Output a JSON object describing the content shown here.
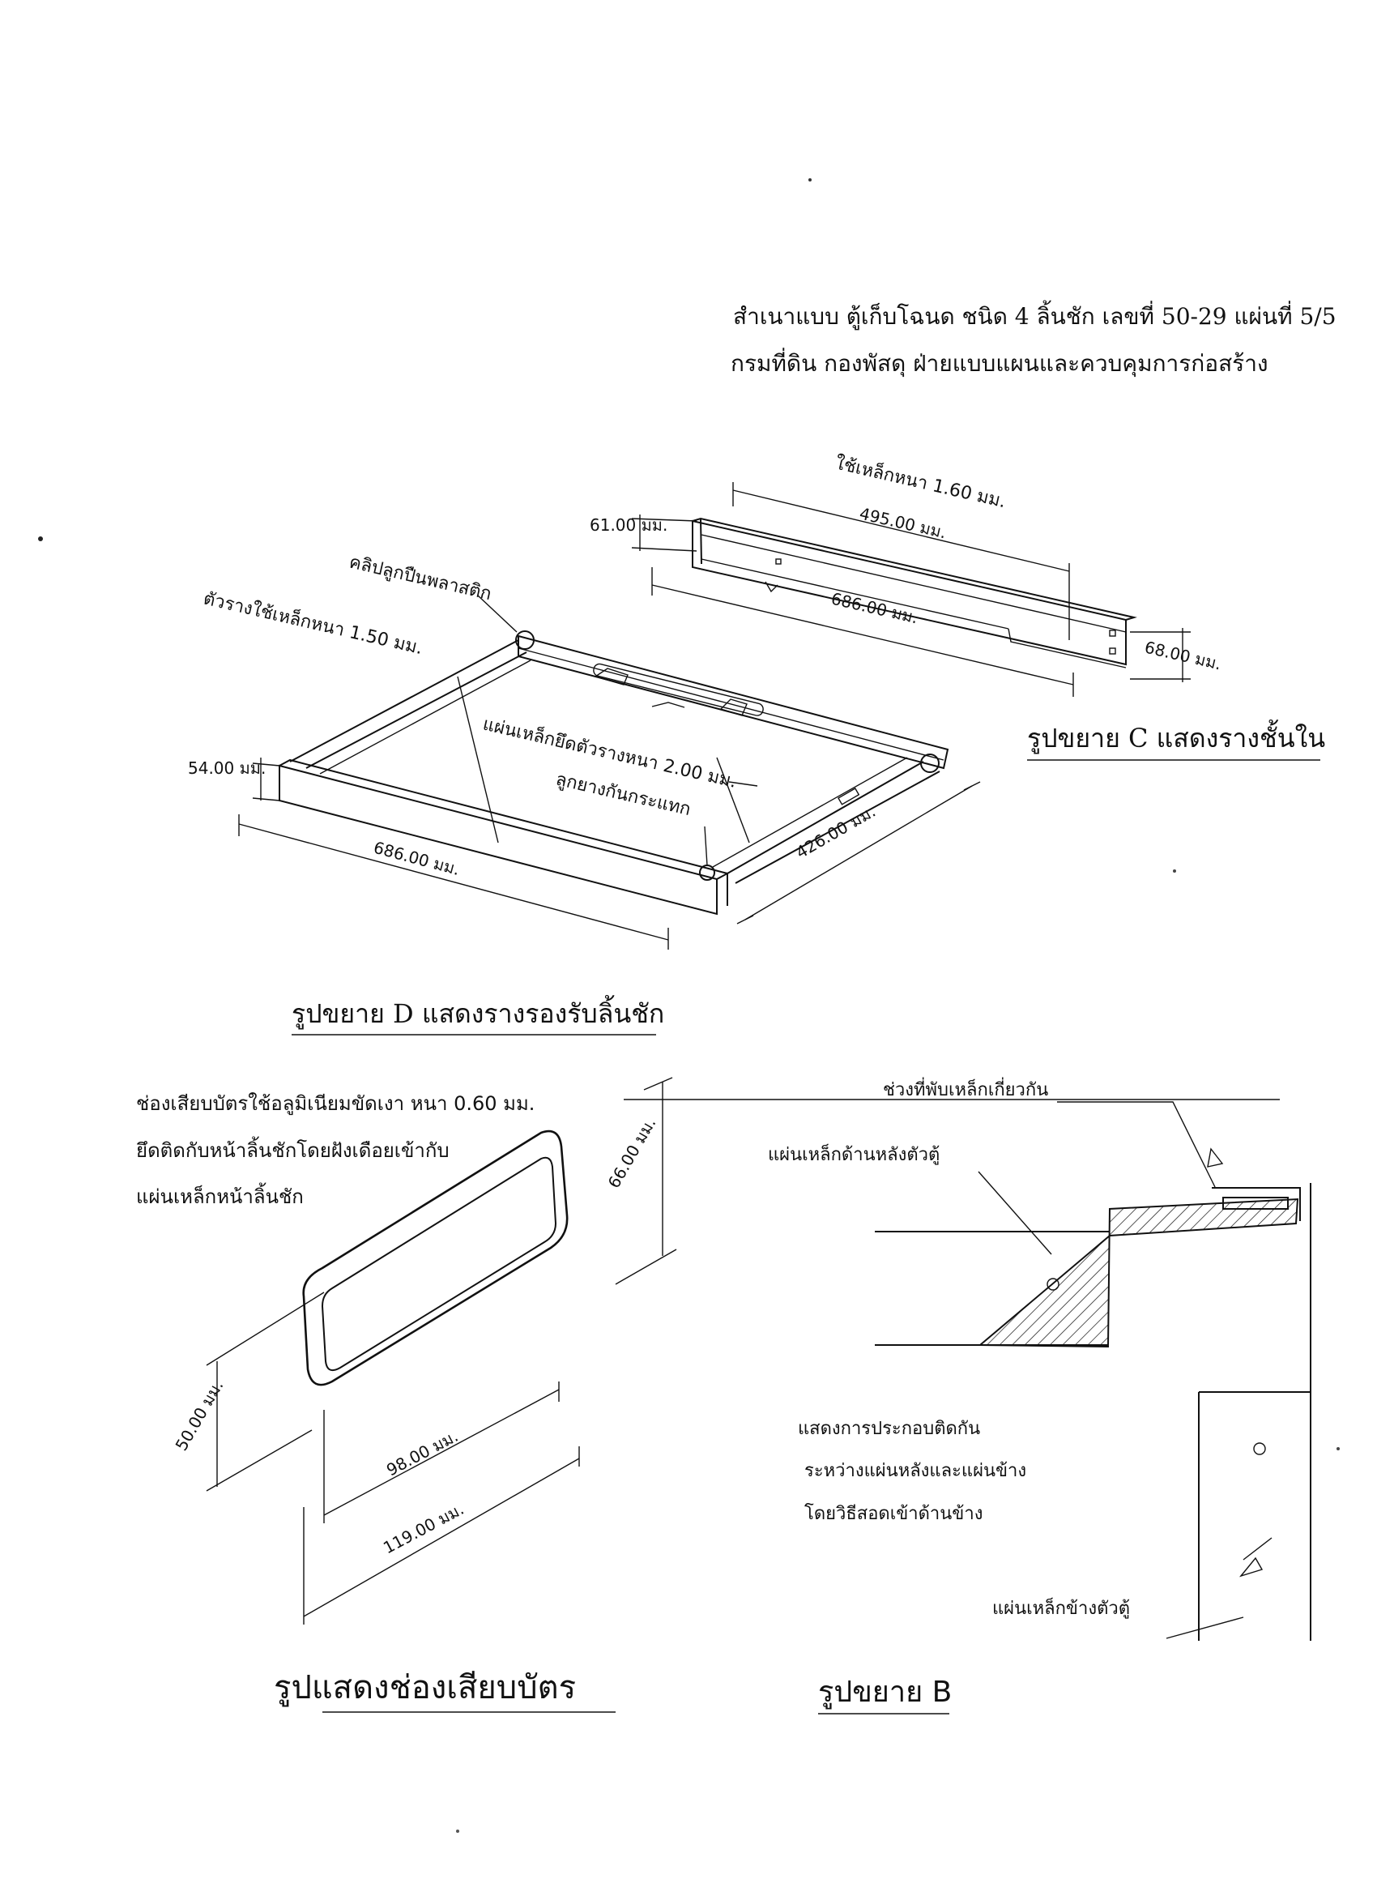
{
  "header": {
    "line1": "สำเนาแบบ ตู้เก็บโฉนด ชนิด 4 ลิ้นชัก  เลขที่ 50-29 แผ่นที่ 5/5",
    "line2": "กรมที่ดิน    กองพัสดุ    ฝ่ายแบบแผนและควบคุมการก่อสร้าง"
  },
  "detail_c": {
    "title": "รูปขยาย C แสดงรางชั้นใน",
    "note_thickness": "ใช้เหล็กหนา 1.60 มม.",
    "dim_length_slot": "495.00 มม.",
    "dim_length_total": "686.00 มม.",
    "dim_height_left": "61.00 มม.",
    "dim_height_right": "68.00 มม."
  },
  "detail_d": {
    "title": "รูปขยาย D แสดงรางรองรับลิ้นชัก",
    "label_clip": "คลิปลูกปืนพลาสติก",
    "label_rail": "ตัวรางใช้เหล็กหนา 1.50 มม.",
    "label_plate": "แผ่นเหล็กยึดตัวรางหนา 2.00 มม.",
    "label_rubber": "ลูกยางกันกระแทก",
    "dim_height": "54.00 มม.",
    "dim_length": "686.00 มม.",
    "dim_width": "426.00 มม."
  },
  "card_slot": {
    "title": "รูปแสดงช่องเสียบบัตร",
    "desc_line1": "ช่องเสียบบัตรใช้อลูมิเนียมขัดเงา  หนา  0.60  มม.",
    "desc_line2": "ยึดติดกับหน้าลิ้นชักโดยฝังเดือยเข้ากับ",
    "desc_line3": "แผ่นเหล็กหน้าลิ้นชัก",
    "dim_height_outer": "66.00 มม.",
    "dim_height_inner": "50.00 มม.",
    "dim_width_inner": "98.00 มม.",
    "dim_width_outer": "119.00 มม."
  },
  "detail_b": {
    "title": "รูปขยาย     B",
    "label_fold": "ช่วงที่พับเหล็กเกี่ยวกัน",
    "label_back": "แผ่นเหล็กด้านหลังตัวตู้",
    "note_line1": "แสดงการประกอบติดกัน",
    "note_line2": "ระหว่างแผ่นหลังและแผ่นข้าง",
    "note_line3": "โดยวิธีสอดเข้าด้านข้าง",
    "label_side": "แผ่นเหล็กข้างตัวตู้"
  }
}
